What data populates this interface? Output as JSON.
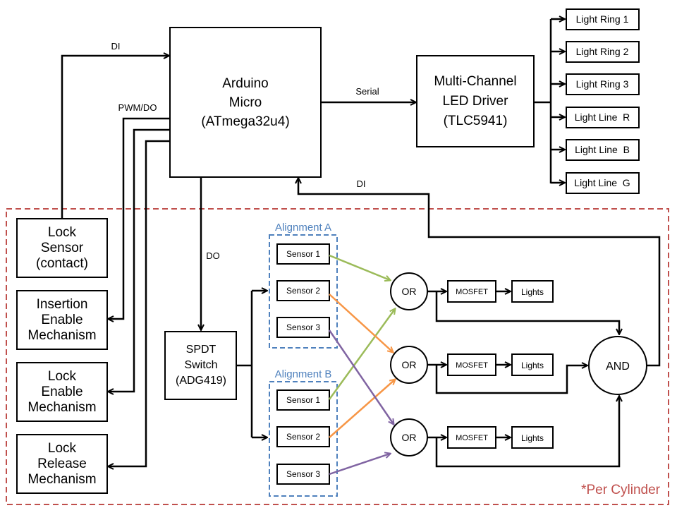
{
  "colors": {
    "cylinder_border": "#c0504d",
    "alignment_border": "#4f81bd",
    "alignment_label": "#4f81bd",
    "per_cylinder_text": "#c0504d",
    "green_wire": "#9bbb59",
    "orange_wire": "#f79646",
    "purple_wire": "#8064a2"
  },
  "arduino": {
    "line1": "Arduino",
    "line2": "Micro",
    "line3": "(ATmega32u4)"
  },
  "led_driver": {
    "line1": "Multi-Channel",
    "line2": "LED Driver",
    "line3": "(TLC5941)"
  },
  "outputs": [
    "Light Ring 1",
    "Light Ring 2",
    "Light Ring 3",
    "Light Line  R",
    "Light Line  B",
    "Light Line  G"
  ],
  "signals": {
    "di_top": "DI",
    "pwm_do": "PWM/DO",
    "serial": "Serial",
    "do": "DO",
    "di_right": "DI"
  },
  "left_blocks": {
    "lock_sensor": [
      "Lock",
      "Sensor",
      "(contact)"
    ],
    "insertion": [
      "Insertion",
      "Enable",
      "Mechanism"
    ],
    "lock_enable": [
      "Lock",
      "Enable",
      "Mechanism"
    ],
    "lock_release": [
      "Lock",
      "Release",
      "Mechanism"
    ]
  },
  "spdt": [
    "SPDT",
    "Switch",
    "(ADG419)"
  ],
  "alignment_a": {
    "title": "Alignment A",
    "sensors": [
      "Sensor 1",
      "Sensor 2",
      "Sensor 3"
    ]
  },
  "alignment_b": {
    "title": "Alignment B",
    "sensors": [
      "Sensor 1",
      "Sensor 2",
      "Sensor 3"
    ]
  },
  "gates": {
    "or": "OR",
    "and": "AND"
  },
  "mosfet": "MOSFET",
  "lights": "Lights",
  "per_cylinder": "*Per Cylinder"
}
